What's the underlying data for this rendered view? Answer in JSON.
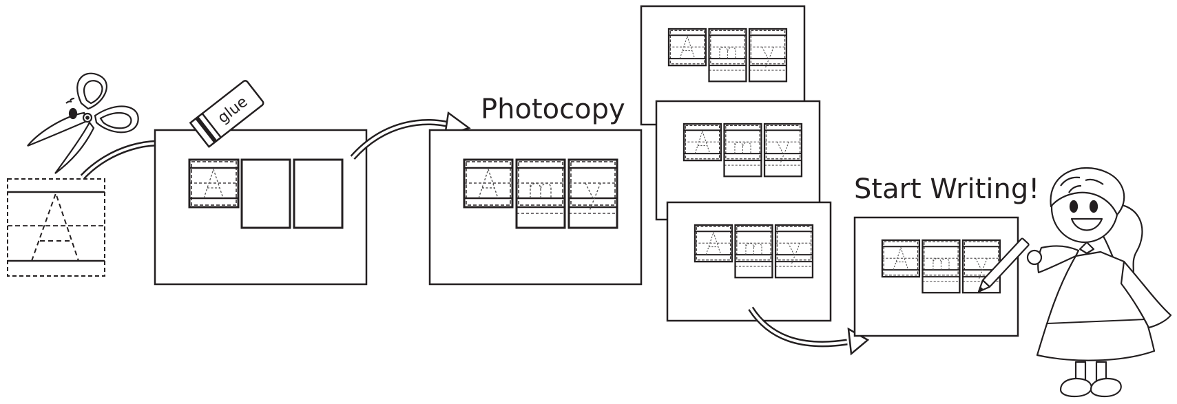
{
  "labels": {
    "photocopy": "Photocopy",
    "start_writing": "Start Writing!",
    "glue": "glue"
  },
  "name_letters": [
    "A",
    "m",
    "y"
  ],
  "colors": {
    "ink": "#231f20",
    "paper": "#ffffff",
    "trace": "#555555"
  }
}
